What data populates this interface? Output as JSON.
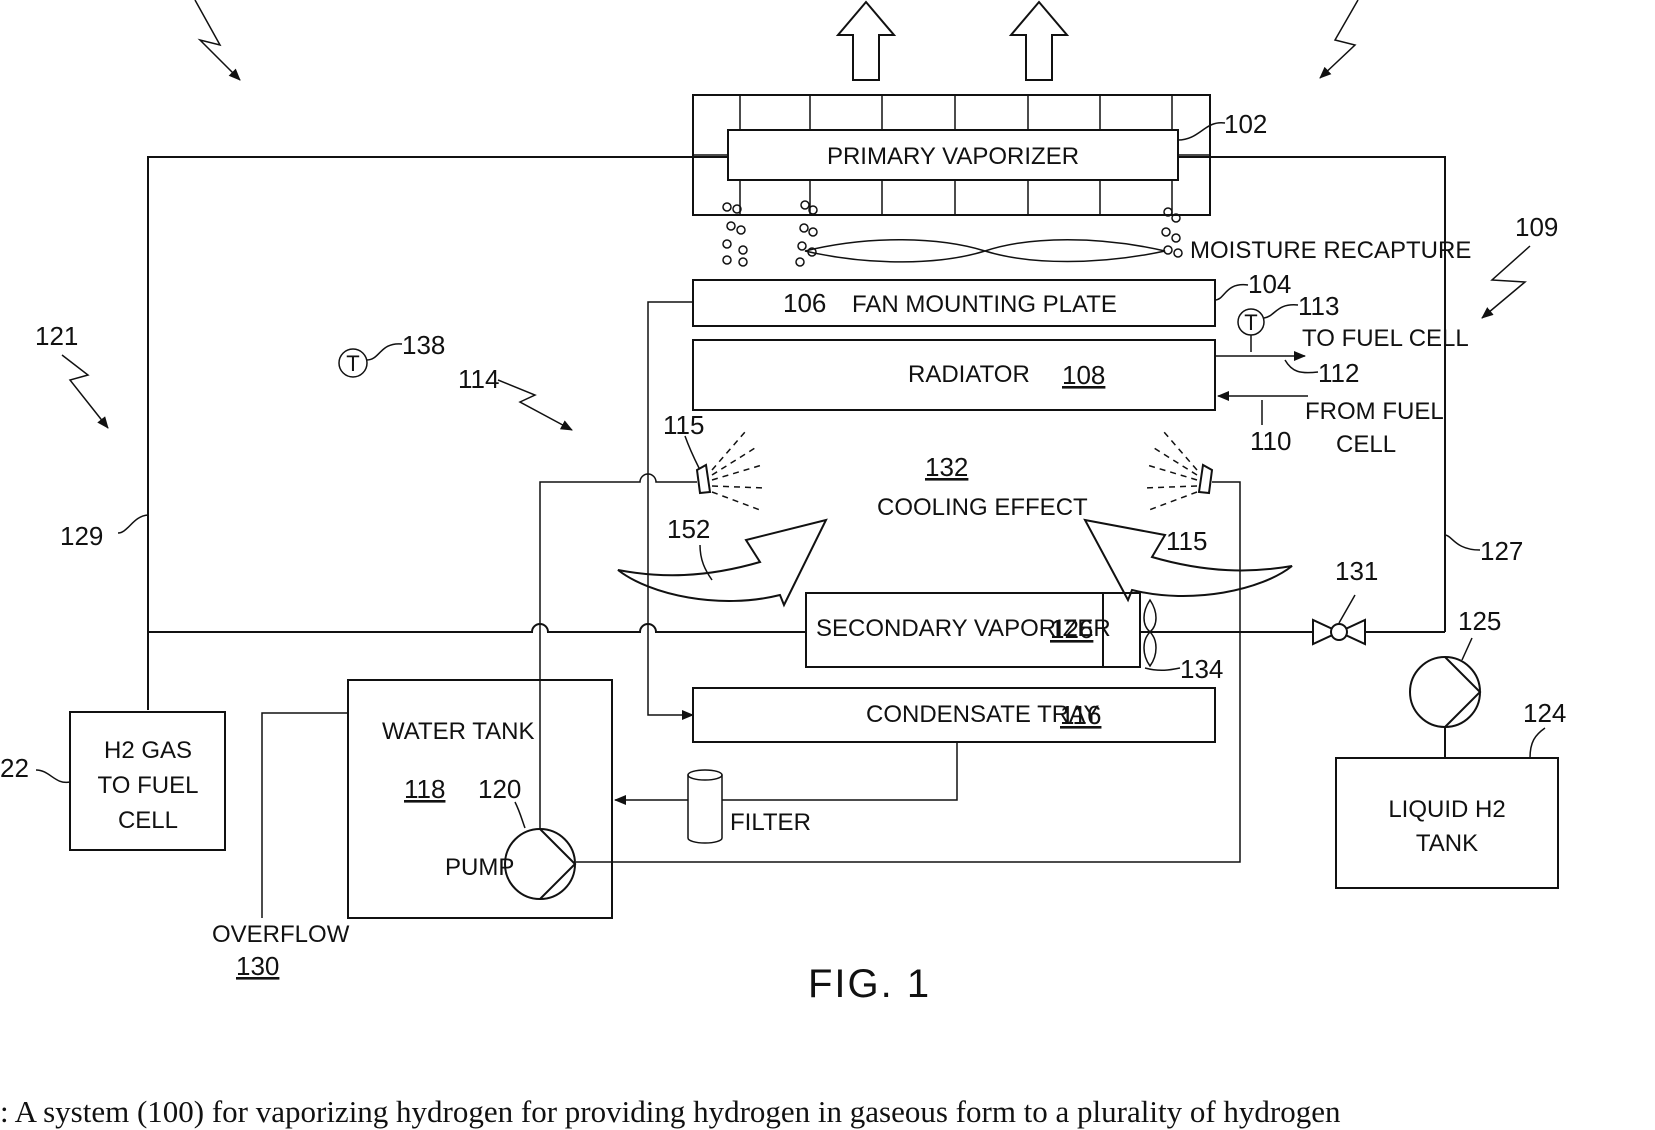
{
  "labels": {
    "primary_vaporizer": "PRIMARY VAPORIZER",
    "moisture_recapture": "MOISTURE RECAPTURE",
    "fan_mounting_plate": "FAN MOUNTING PLATE",
    "radiator": "RADIATOR",
    "to_fuel_cell": "TO FUEL CELL",
    "from_fuel_cell_1": "FROM FUEL",
    "from_fuel_cell_2": "CELL",
    "cooling_effect": "COOLING EFFECT",
    "secondary_vaporizer": "SECONDARY VAPORIZER",
    "condensate_tray": "CONDENSATE TRAY",
    "water_tank": "WATER TANK",
    "pump": "PUMP",
    "filter": "FILTER",
    "h2_gas_1": "H2 GAS",
    "h2_gas_2": "TO FUEL",
    "h2_gas_3": "CELL",
    "liquid_h2_1": "LIQUID H2",
    "liquid_h2_2": "TANK",
    "overflow": "OVERFLOW",
    "figure": "FIG. 1"
  },
  "refs": {
    "r102": "102",
    "r104": "104",
    "r106": "106",
    "r108": "108",
    "r109": "109",
    "r110": "110",
    "r112": "112",
    "r113": "113",
    "r114": "114",
    "r115a": "115",
    "r115b": "115",
    "r116": "116",
    "r118": "118",
    "r120": "120",
    "r121": "121",
    "r122": "22",
    "r124": "124",
    "r125": "125",
    "r126": "126",
    "r127": "127",
    "r129": "129",
    "r130": "130",
    "r131": "131",
    "r132": "132",
    "r134": "134",
    "r138": "138",
    "r152": "152",
    "t_sensor_a": "T",
    "t_sensor_b": "T"
  },
  "caption": ": A system (100) for vaporizing hydrogen for providing hydrogen in gaseous form to a plurality of hydrogen"
}
